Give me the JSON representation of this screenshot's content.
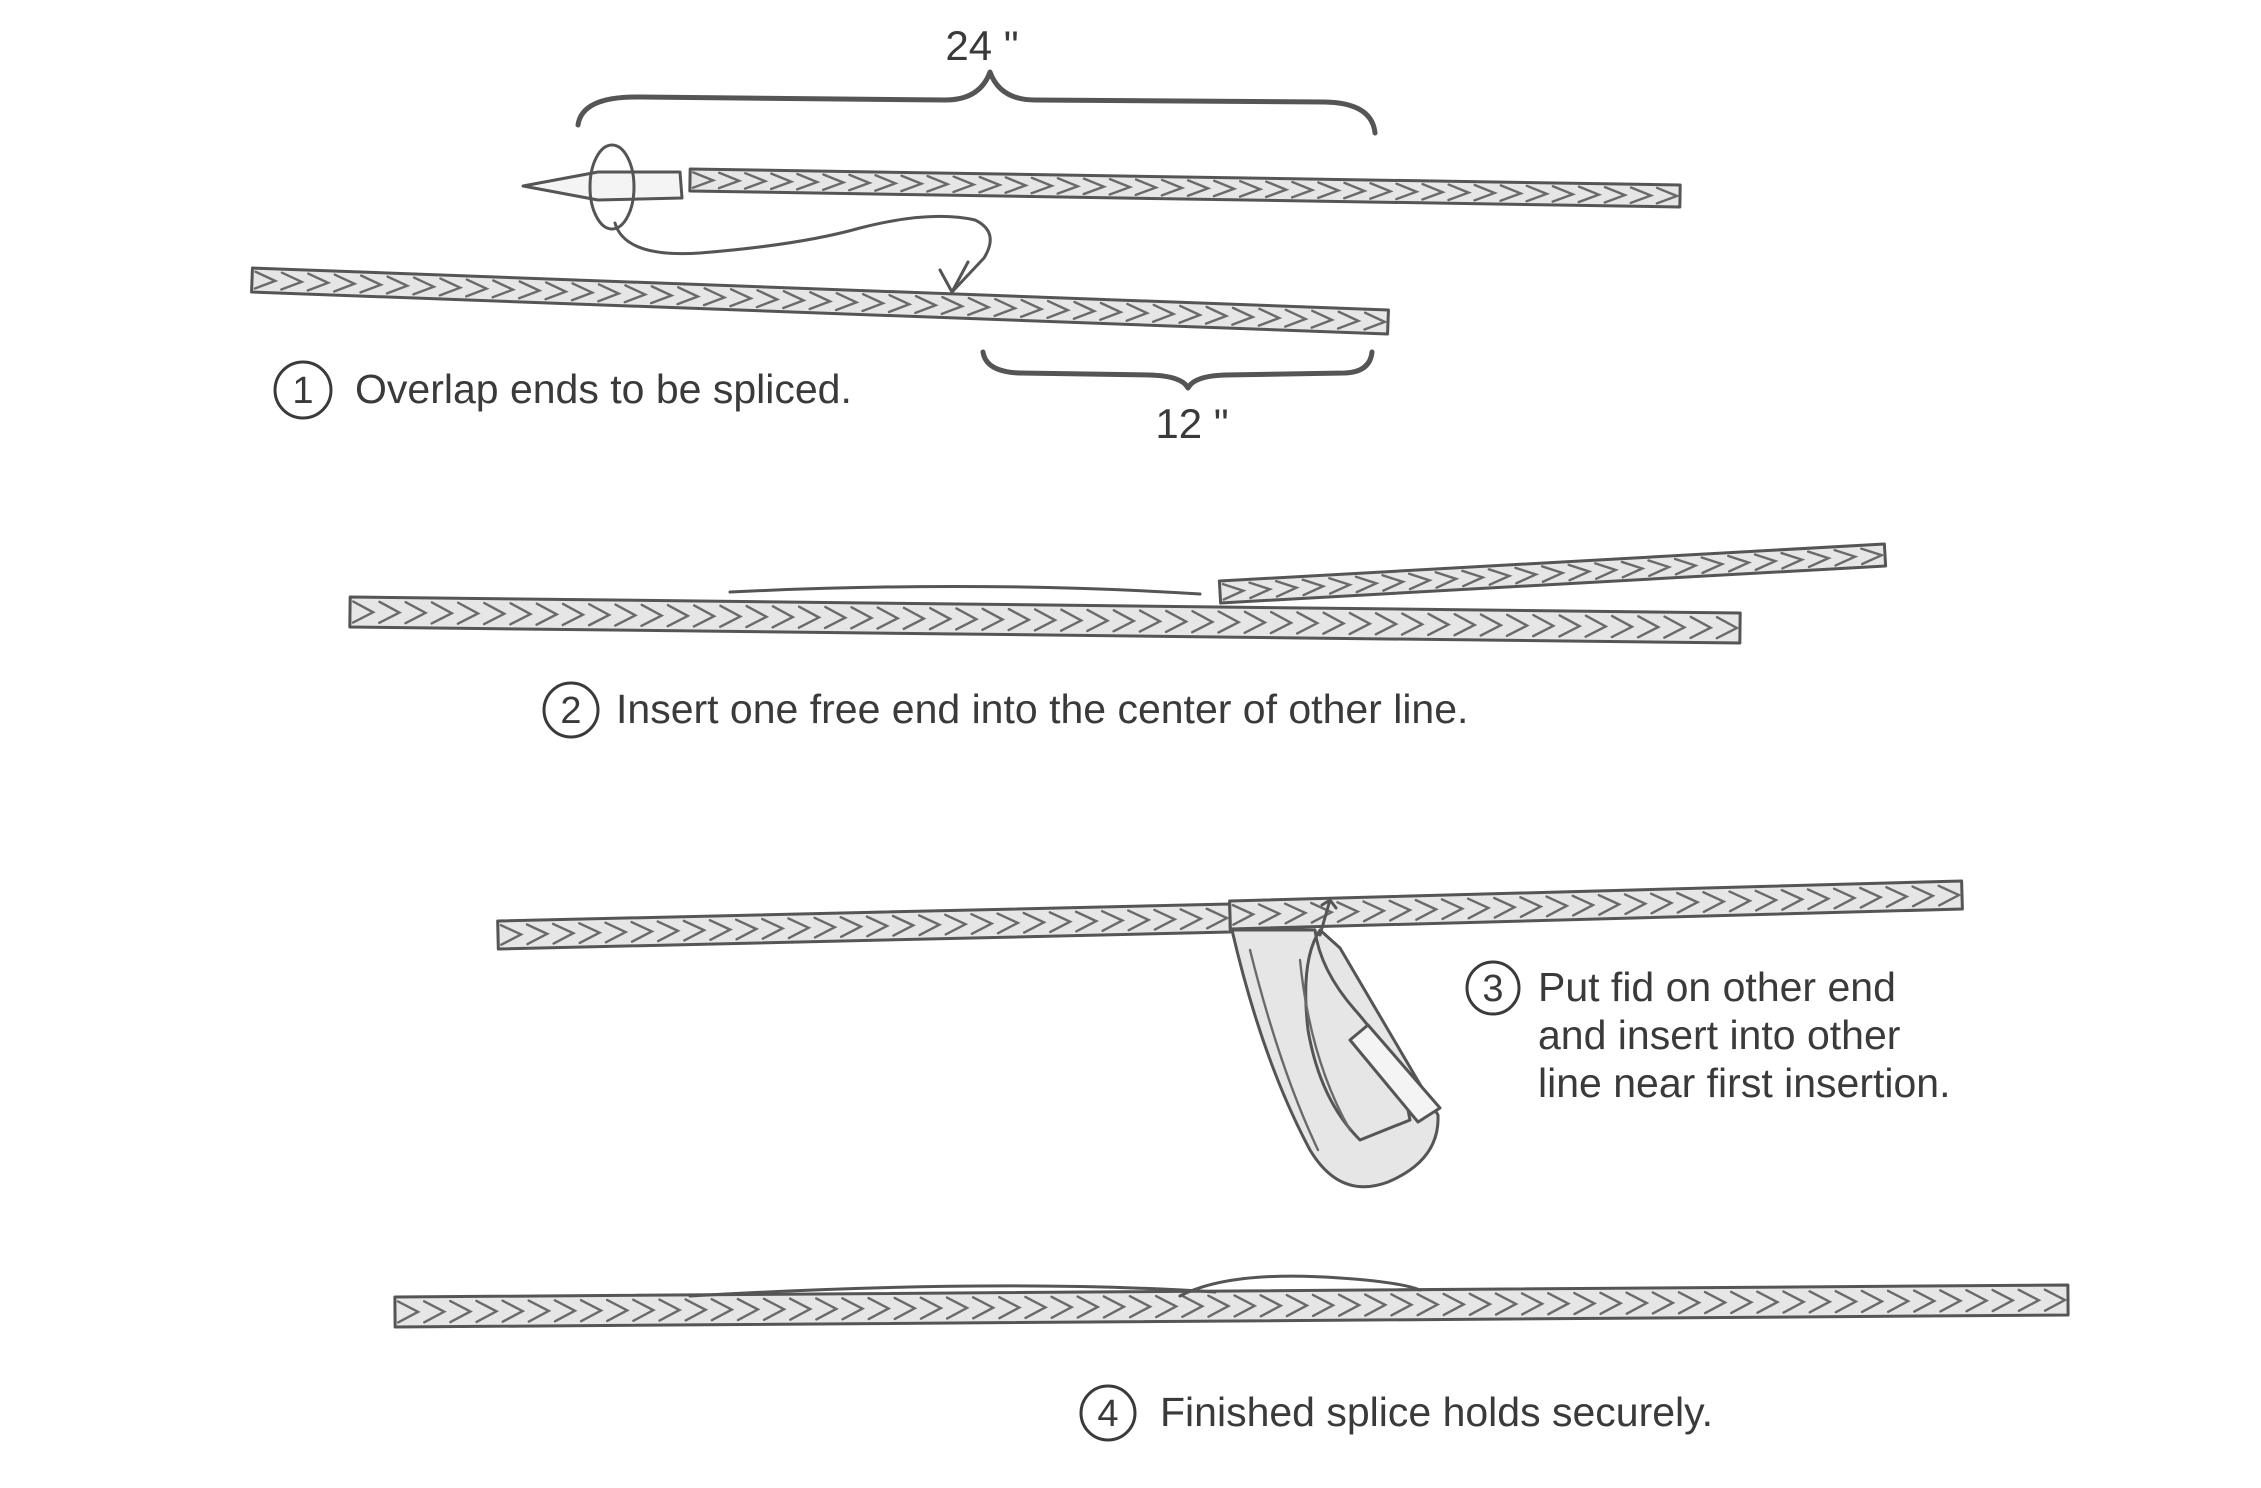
{
  "dimensions": {
    "long": "24 \"",
    "short": "12 \""
  },
  "steps": [
    {
      "number": "1",
      "lines": [
        "Overlap ends to be spliced."
      ]
    },
    {
      "number": "2",
      "lines": [
        "Insert one free end into the center of other line."
      ]
    },
    {
      "number": "3",
      "lines": [
        "Put fid on other end",
        "and insert into other",
        "line near first insertion."
      ]
    },
    {
      "number": "4",
      "lines": [
        "Finished splice holds securely."
      ]
    }
  ]
}
